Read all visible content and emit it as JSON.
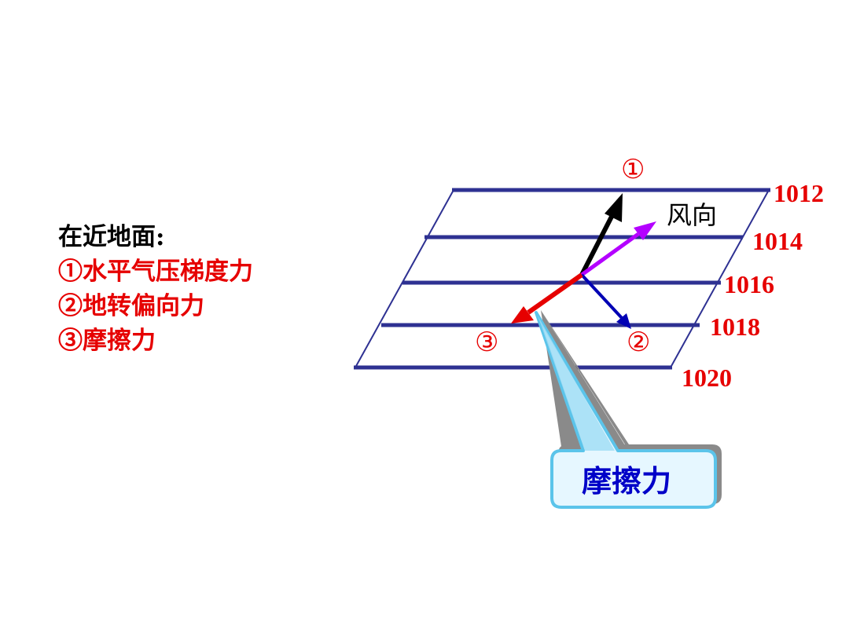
{
  "legend": {
    "heading": "在近地面:",
    "items": [
      "①水平气压梯度力",
      "②地转偏向力",
      "③摩擦力"
    ]
  },
  "diagram": {
    "isobars": [
      "1012",
      "1014",
      "1016",
      "1018",
      "1020"
    ],
    "markers": {
      "pgf": "①",
      "coriolis": "②",
      "friction": "③"
    },
    "wind_label": "风向",
    "callout_label": "摩擦力"
  },
  "colors": {
    "isobar": "#2e3192",
    "isobar_label": "#e60000",
    "pgf_arrow": "#000000",
    "wind_arrow": "#b400ff",
    "coriolis_arrow": "#0000b4",
    "friction_arrow": "#e60000",
    "callout_fill": "#e6f7ff",
    "callout_border": "#5bc4ea",
    "callout_text": "#0000c8"
  }
}
